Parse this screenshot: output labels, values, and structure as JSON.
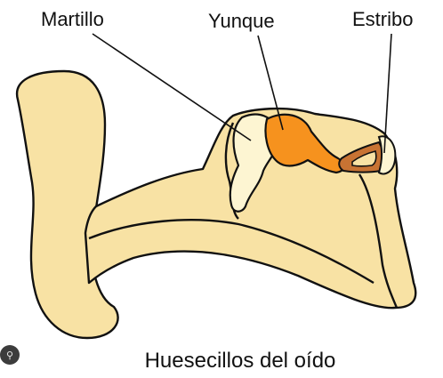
{
  "diagram": {
    "labels": {
      "malleus": "Martillo",
      "incus": "Yunque",
      "stapes": "Estribo"
    },
    "caption": "Huesecillos del oído"
  },
  "colors": {
    "tissue": "#f8e2a4",
    "malleus_fill": "#fdf5d2",
    "incus_fill": "#f6921e",
    "stapes_fill": "#c87333",
    "outline": "#111111"
  },
  "icons": {
    "corner": "image-search-icon"
  }
}
